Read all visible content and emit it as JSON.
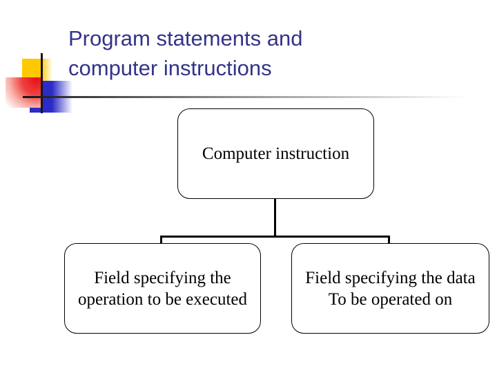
{
  "slide": {
    "title": {
      "line1": "Program statements and",
      "line2": "computer instructions",
      "color": "#333388"
    },
    "decoration": {
      "yellow_square_color": "#FFC800",
      "red_square_color": "#E81414",
      "blue_square_color": "#2B2BC8",
      "line_color": "#141414"
    },
    "diagram": {
      "type": "hierarchy-flowchart",
      "root": {
        "label": "Computer instruction"
      },
      "children": [
        {
          "id": "operation-field",
          "line1": "Field specifying the",
          "line2": "operation to be executed"
        },
        {
          "id": "data-field",
          "line1": "Field specifying the data",
          "line2": "To be operated on"
        }
      ],
      "edges": [
        [
          "Computer instruction",
          "Field specifying the operation to be executed"
        ],
        [
          "Computer instruction",
          "Field specifying the data To be operated on"
        ]
      ]
    }
  }
}
